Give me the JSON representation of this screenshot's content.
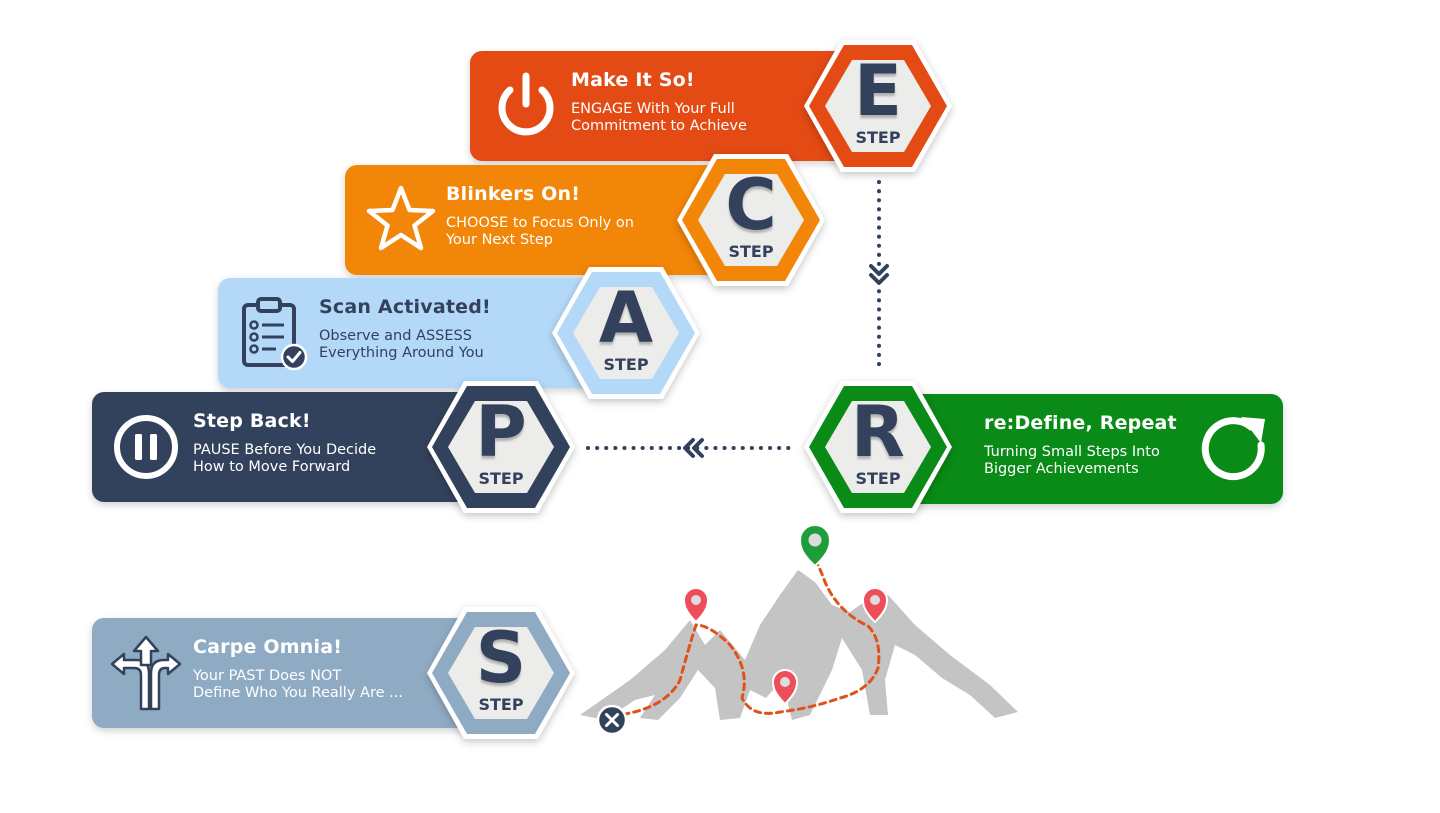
{
  "steps": {
    "e": {
      "letter": "E",
      "step_label": "STEP",
      "title": "Make It So!",
      "line1": "ENGAGE With Your Full",
      "line2": "Commitment to Achieve",
      "color": "#e44a14",
      "icon": "power-icon"
    },
    "c": {
      "letter": "C",
      "step_label": "STEP",
      "title": "Blinkers On!",
      "line1": "CHOOSE to Focus Only on",
      "line2": "Your Next Step",
      "color": "#f28608",
      "icon": "star-icon"
    },
    "a": {
      "letter": "A",
      "step_label": "STEP",
      "title": "Scan Activated!",
      "line1": "Observe and ASSESS",
      "line2": "Everything Around You",
      "color": "#b3d8f8",
      "icon": "clipboard-checklist-icon"
    },
    "p": {
      "letter": "P",
      "step_label": "STEP",
      "title": "Step Back!",
      "line1": "PAUSE Before You Decide",
      "line2": "How to Move Forward",
      "color": "#33425c",
      "icon": "pause-icon"
    },
    "r": {
      "letter": "R",
      "step_label": "STEP",
      "title": "re:Define, Repeat",
      "line1": "Turning Small Steps Into",
      "line2": "Bigger Achievements",
      "color": "#0a8a16",
      "icon": "refresh-icon"
    },
    "s": {
      "letter": "S",
      "step_label": "STEP",
      "title": "Carpe Omnia!",
      "line1": "Your PAST Does NOT",
      "line2": "Define Who You Really Are ...",
      "color": "#8fabc4",
      "icon": "crossroads-arrows-icon"
    }
  },
  "colors": {
    "hex_fill": "#ececea",
    "text_dark": "#33415c",
    "connector": "#33425c",
    "trail": "#e0521c",
    "mountain": "#c4c4c4",
    "pin_red": "#ee4d5a",
    "pin_green": "#1e9e3a"
  }
}
